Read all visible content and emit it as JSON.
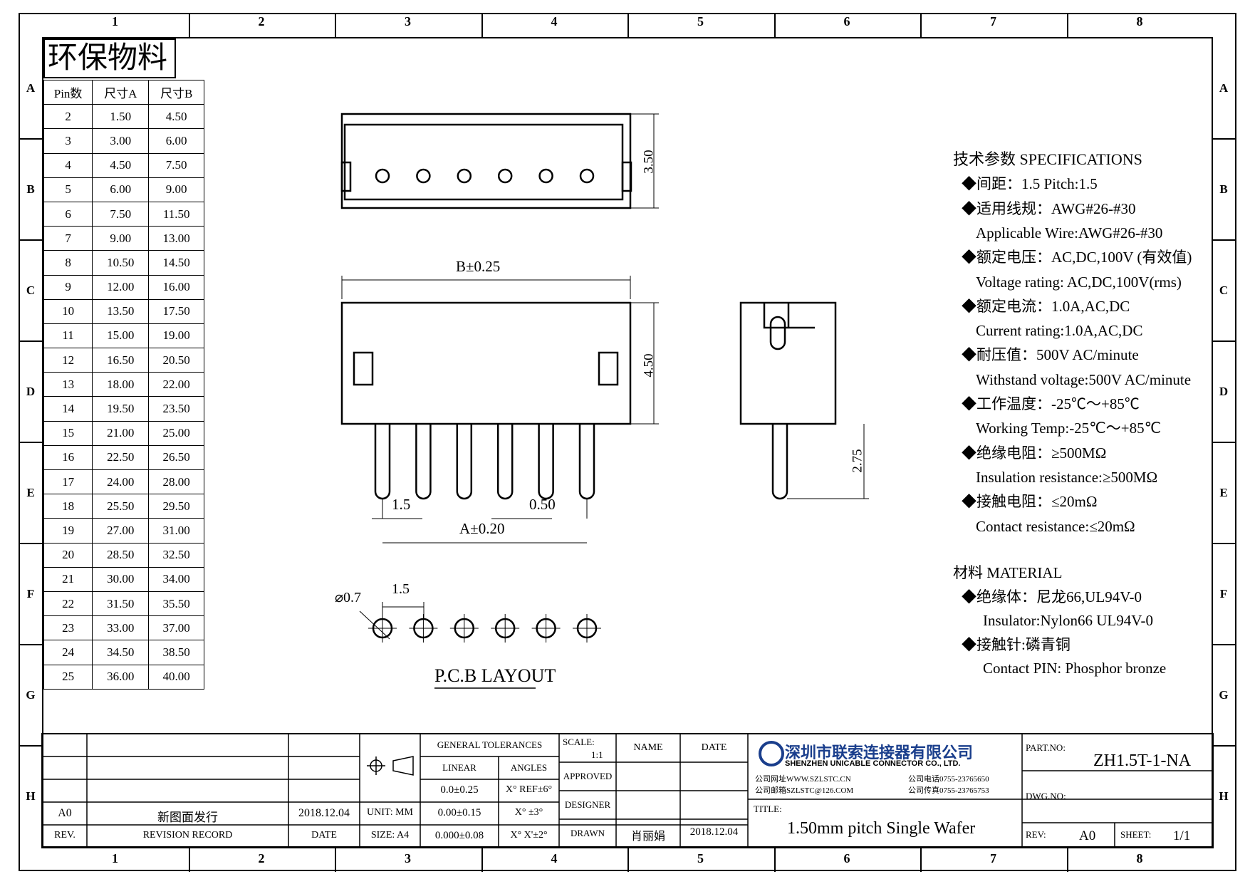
{
  "zones_cols": [
    "1",
    "2",
    "3",
    "4",
    "5",
    "6",
    "7",
    "8"
  ],
  "zones_rows": [
    "A",
    "B",
    "C",
    "D",
    "E",
    "F",
    "G",
    "H"
  ],
  "badge": "环保物料",
  "pin_table": {
    "headers": [
      "Pin数",
      "尺寸A",
      "尺寸B"
    ],
    "rows": [
      [
        "2",
        "1.50",
        "4.50"
      ],
      [
        "3",
        "3.00",
        "6.00"
      ],
      [
        "4",
        "4.50",
        "7.50"
      ],
      [
        "5",
        "6.00",
        "9.00"
      ],
      [
        "6",
        "7.50",
        "11.50"
      ],
      [
        "7",
        "9.00",
        "13.00"
      ],
      [
        "8",
        "10.50",
        "14.50"
      ],
      [
        "9",
        "12.00",
        "16.00"
      ],
      [
        "10",
        "13.50",
        "17.50"
      ],
      [
        "11",
        "15.00",
        "19.00"
      ],
      [
        "12",
        "16.50",
        "20.50"
      ],
      [
        "13",
        "18.00",
        "22.00"
      ],
      [
        "14",
        "19.50",
        "23.50"
      ],
      [
        "15",
        "21.00",
        "25.00"
      ],
      [
        "16",
        "22.50",
        "26.50"
      ],
      [
        "17",
        "24.00",
        "28.00"
      ],
      [
        "18",
        "25.50",
        "29.50"
      ],
      [
        "19",
        "27.00",
        "31.00"
      ],
      [
        "20",
        "28.50",
        "32.50"
      ],
      [
        "21",
        "30.00",
        "34.00"
      ],
      [
        "22",
        "31.50",
        "35.50"
      ],
      [
        "23",
        "33.00",
        "37.00"
      ],
      [
        "24",
        "34.50",
        "38.50"
      ],
      [
        "25",
        "36.00",
        "40.00"
      ]
    ]
  },
  "dims": {
    "h350": "3.50",
    "b": "B±0.25",
    "h450": "4.50",
    "p15": "1.5",
    "w050": "0.50",
    "a": "A±0.20",
    "h275": "2.75",
    "d07": "⌀0.7",
    "p15b": "1.5",
    "pcb": "P.C.B LAYOUT"
  },
  "spec": [
    "技术参数 SPECIFICATIONS",
    "◆间距：1.5 Pitch:1.5",
    "◆适用线规：AWG#26-#30",
    "Applicable Wire:AWG#26-#30",
    "◆额定电压：AC,DC,100V (有效值)",
    "Voltage rating: AC,DC,100V(rms)",
    "◆额定电流：1.0A,AC,DC",
    "Current rating:1.0A,AC,DC",
    "◆耐压值：500V AC/minute",
    "Withstand voltage:500V AC/minute",
    "◆工作温度：-25℃～+85℃",
    "Working Temp:-25℃～+85℃",
    "◆绝缘电阻：≥500MΩ",
    "Insulation resistance:≥500MΩ",
    "◆接触电阻：≤20mΩ",
    "Contact resistance:≤20mΩ"
  ],
  "mat": [
    "材料 MATERIAL",
    "◆绝缘体：尼龙66,UL94V-0",
    "Insulator:Nylon66 UL94V-0",
    "◆接触针:磷青铜",
    "Contact PIN: Phosphor bronze"
  ],
  "tb": {
    "rev": "A0",
    "rec": "新图面发行",
    "date": "2018.12.04",
    "rev_h": "REV.",
    "rec_h": "REVISION RECORD",
    "date_h": "DATE",
    "unit": "UNIT: MM",
    "size": "SIZE: A4",
    "gt": "GENERAL TOLERANCES",
    "lin": "LINEAR",
    "ang": "ANGLES",
    "l1": "0.0±0.25",
    "l2": "0.00±0.15",
    "l3": "0.000±0.08",
    "a1": "X° REF±6°",
    "a2": "X° ±3°",
    "a3": "X° X'±2°",
    "scale": "SCALE:",
    "scale_v": "1:1",
    "name": "NAME",
    "date2": "DATE",
    "approved": "APPROVED",
    "designer": "DESIGNER",
    "drawn": "DRAWN",
    "drawn_name": "肖丽娟",
    "drawn_date": "2018.12.04",
    "co_cn": "深圳市联索连接器有限公司",
    "co_en": "SHENZHEN UNICABLE CONNECTOR CO., LTD.",
    "web": "公司网址WWW.SZLSTC.CN",
    "tel": "公司电话0755-23765650",
    "mail": "公司邮箱SZLSTC@126.COM",
    "fax": "公司传真0755-23765753",
    "title_h": "TITLE:",
    "title": "1.50mm pitch Single Wafer",
    "part_h": "PART.NO:",
    "part": "ZH1.5T-1-NA",
    "dwg_h": "DWG.NO:",
    "rev2_h": "REV:",
    "rev2": "A0",
    "sheet_h": "SHEET:",
    "sheet": "1/1"
  },
  "colors": {
    "logo": "#1a3e8c"
  }
}
